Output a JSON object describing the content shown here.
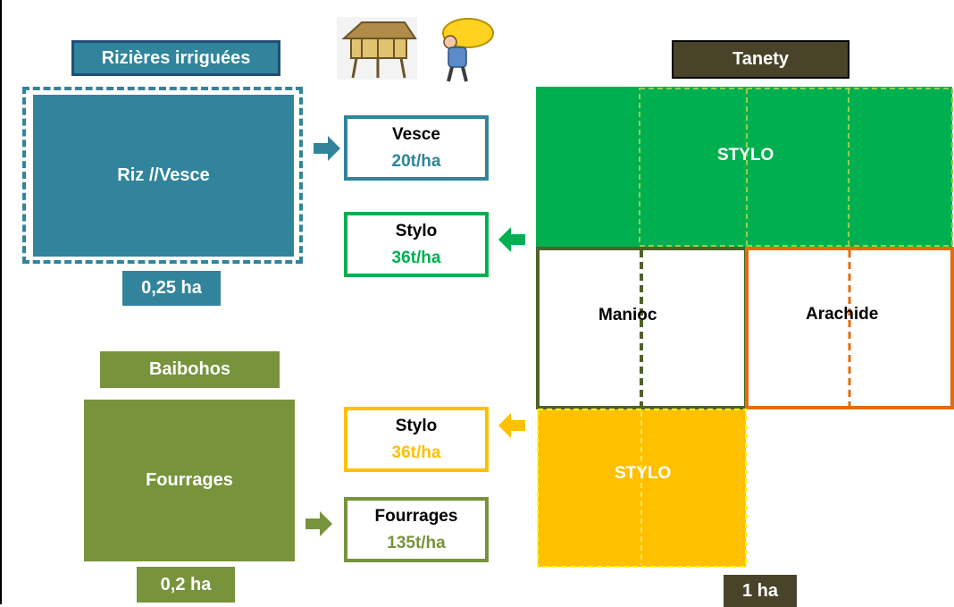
{
  "rizieres": {
    "title": "Rizières irriguées",
    "field_label": "Riz //Vesce",
    "area": "0,25 ha"
  },
  "baibohos": {
    "title": "Baibohos",
    "field_label": "Fourrages",
    "area": "0,2 ha"
  },
  "tanety": {
    "title": "Tanety",
    "top_label": "STYLO",
    "manioc_label": "Manioc",
    "arachide_label": "Arachide",
    "bottom_label": "STYLO",
    "area": "1 ha"
  },
  "products": {
    "vesce": {
      "name": "Vesce",
      "yield": "20t/ha"
    },
    "stylo_green": {
      "name": "Stylo",
      "yield": "36t/ha"
    },
    "stylo_yellow": {
      "name": "Stylo",
      "yield": "36t/ha"
    },
    "fourrages": {
      "name": "Fourrages",
      "yield": "135t/ha"
    }
  },
  "colors": {
    "riz_blue": "#31849b",
    "title_dark_blue": "#1f4e79",
    "olive_green": "#77933c",
    "bright_green": "#00b050",
    "yellow": "#ffc000",
    "dark_olive": "#4f6228",
    "orange": "#e46c0a",
    "tanety_brown": "#494429"
  }
}
